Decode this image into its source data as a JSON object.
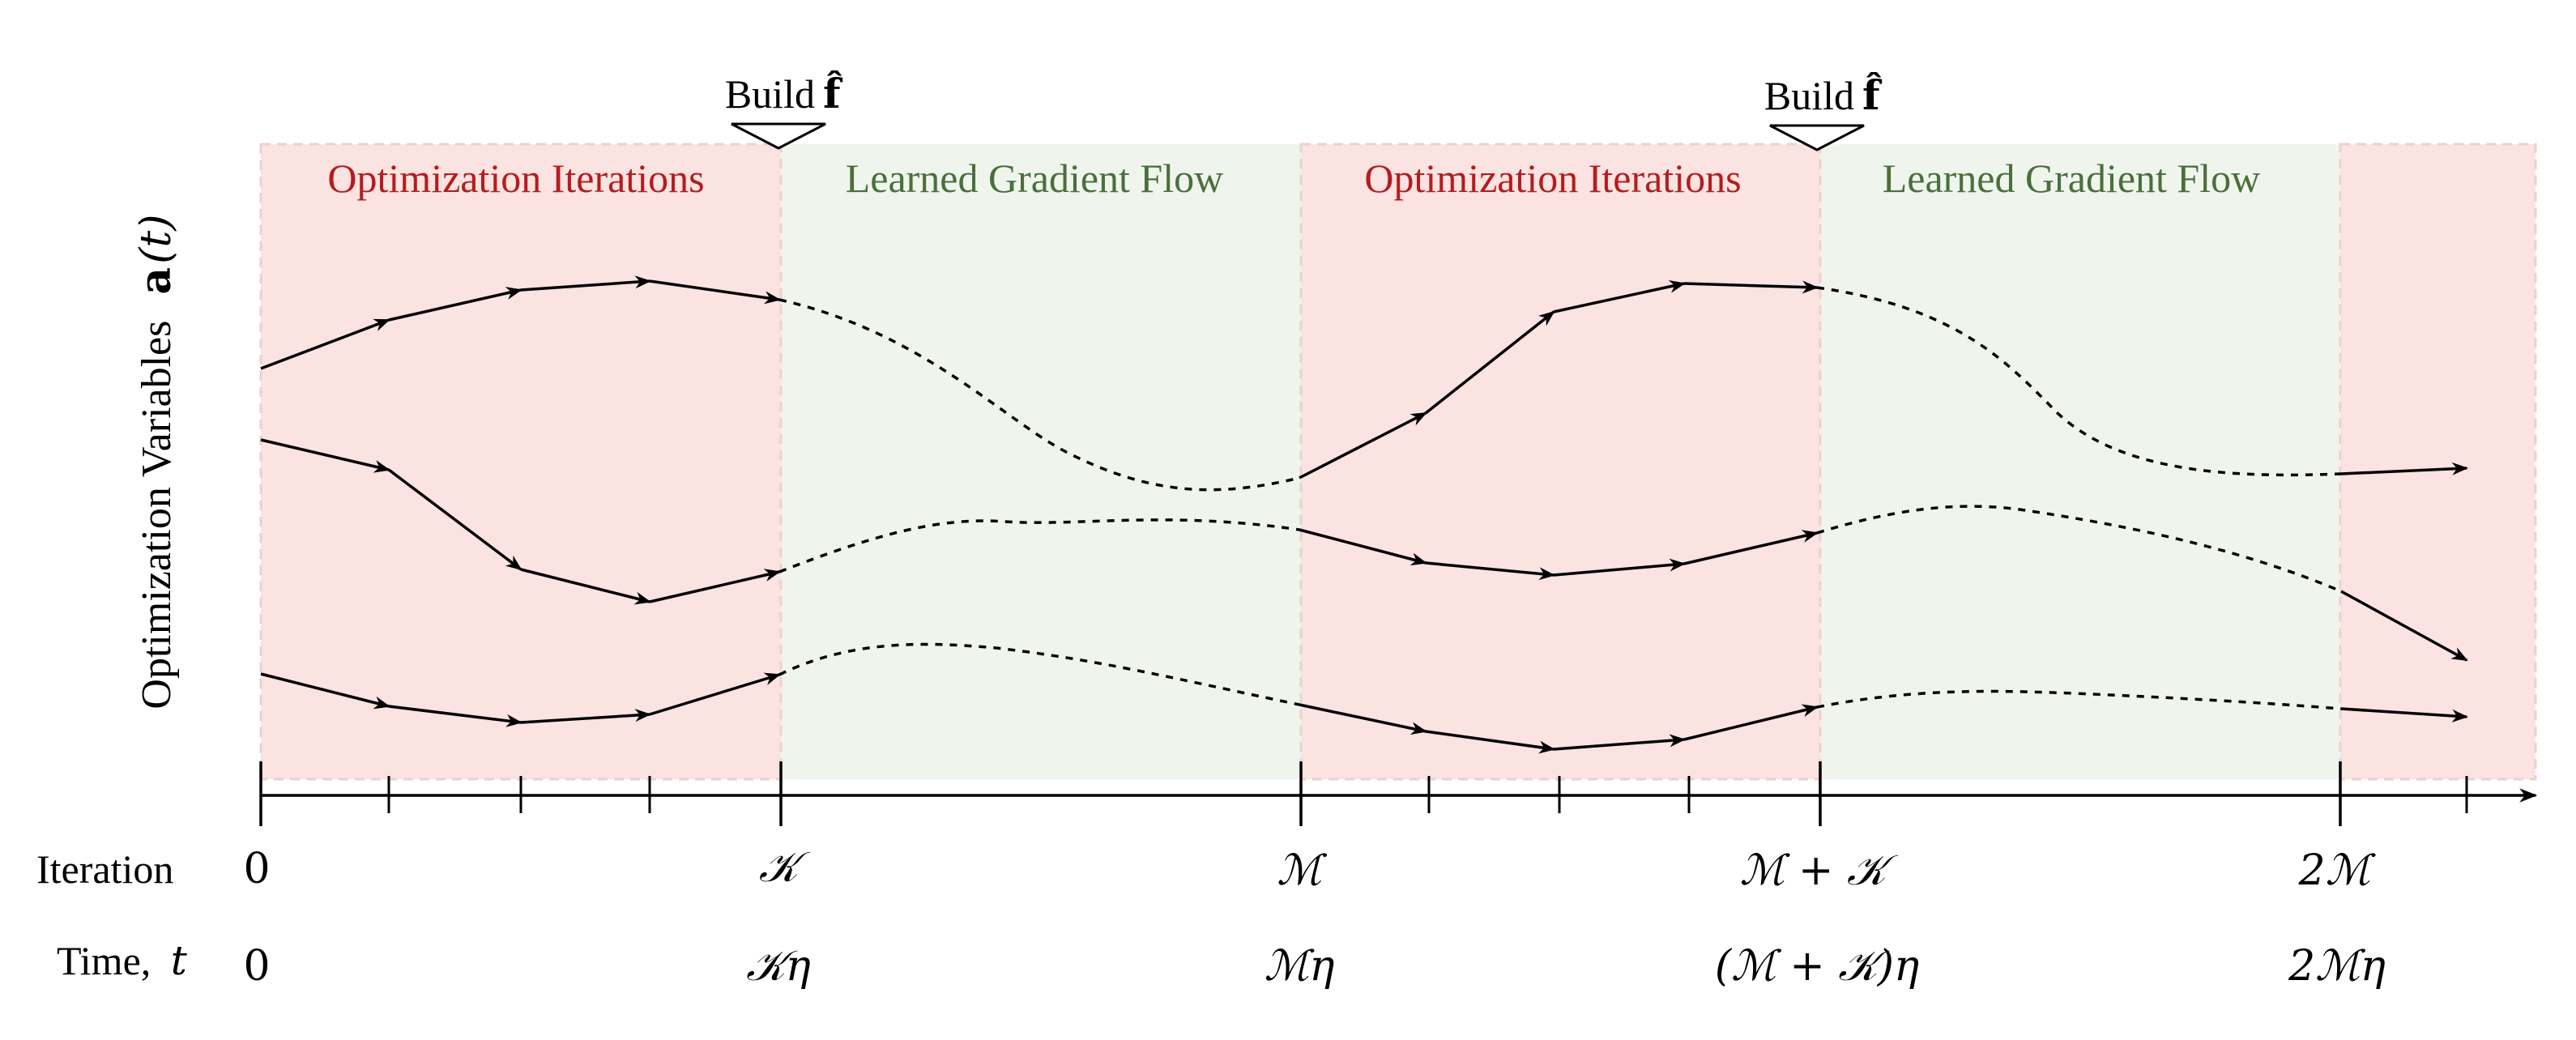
{
  "colors": {
    "optimization_bg": "#fbe3e2",
    "optimization_border": "#eecfcf",
    "learned_bg": "#eff5ec",
    "optimization_text": "#b41d1d",
    "learned_text": "#4b6f3c",
    "line": "#000000"
  },
  "regions": [
    {
      "kind": "optimization",
      "label": "Optimization Iterations"
    },
    {
      "kind": "learned",
      "label": "Learned Gradient Flow"
    },
    {
      "kind": "optimization",
      "label": "Optimization Iterations"
    },
    {
      "kind": "learned",
      "label": "Learned Gradient Flow"
    },
    {
      "kind": "optimization",
      "label": ""
    }
  ],
  "build_markers": [
    {
      "label": "Build",
      "symbol": "f̂"
    },
    {
      "label": "Build",
      "symbol": "f̂"
    }
  ],
  "y_axis": {
    "label": "Optimization Variables",
    "symbol_bold": "a",
    "symbol_rest": "(t)"
  },
  "rows": {
    "iteration": {
      "label": "Iteration",
      "ticks": [
        "0",
        "𝒦",
        "ℳ",
        "ℳ + 𝒦",
        "2ℳ"
      ]
    },
    "time": {
      "label": "Time,",
      "label_var": "t",
      "ticks": [
        "0",
        "𝒦η",
        "ℳη",
        "(ℳ + 𝒦)η",
        "2ℳη"
      ]
    }
  },
  "trajectories": [
    {
      "name": "top"
    },
    {
      "name": "middle"
    },
    {
      "name": "bottom"
    }
  ],
  "icons": [
    "arrowhead-icon",
    "triangle-down-icon",
    "axis-arrow-icon"
  ]
}
